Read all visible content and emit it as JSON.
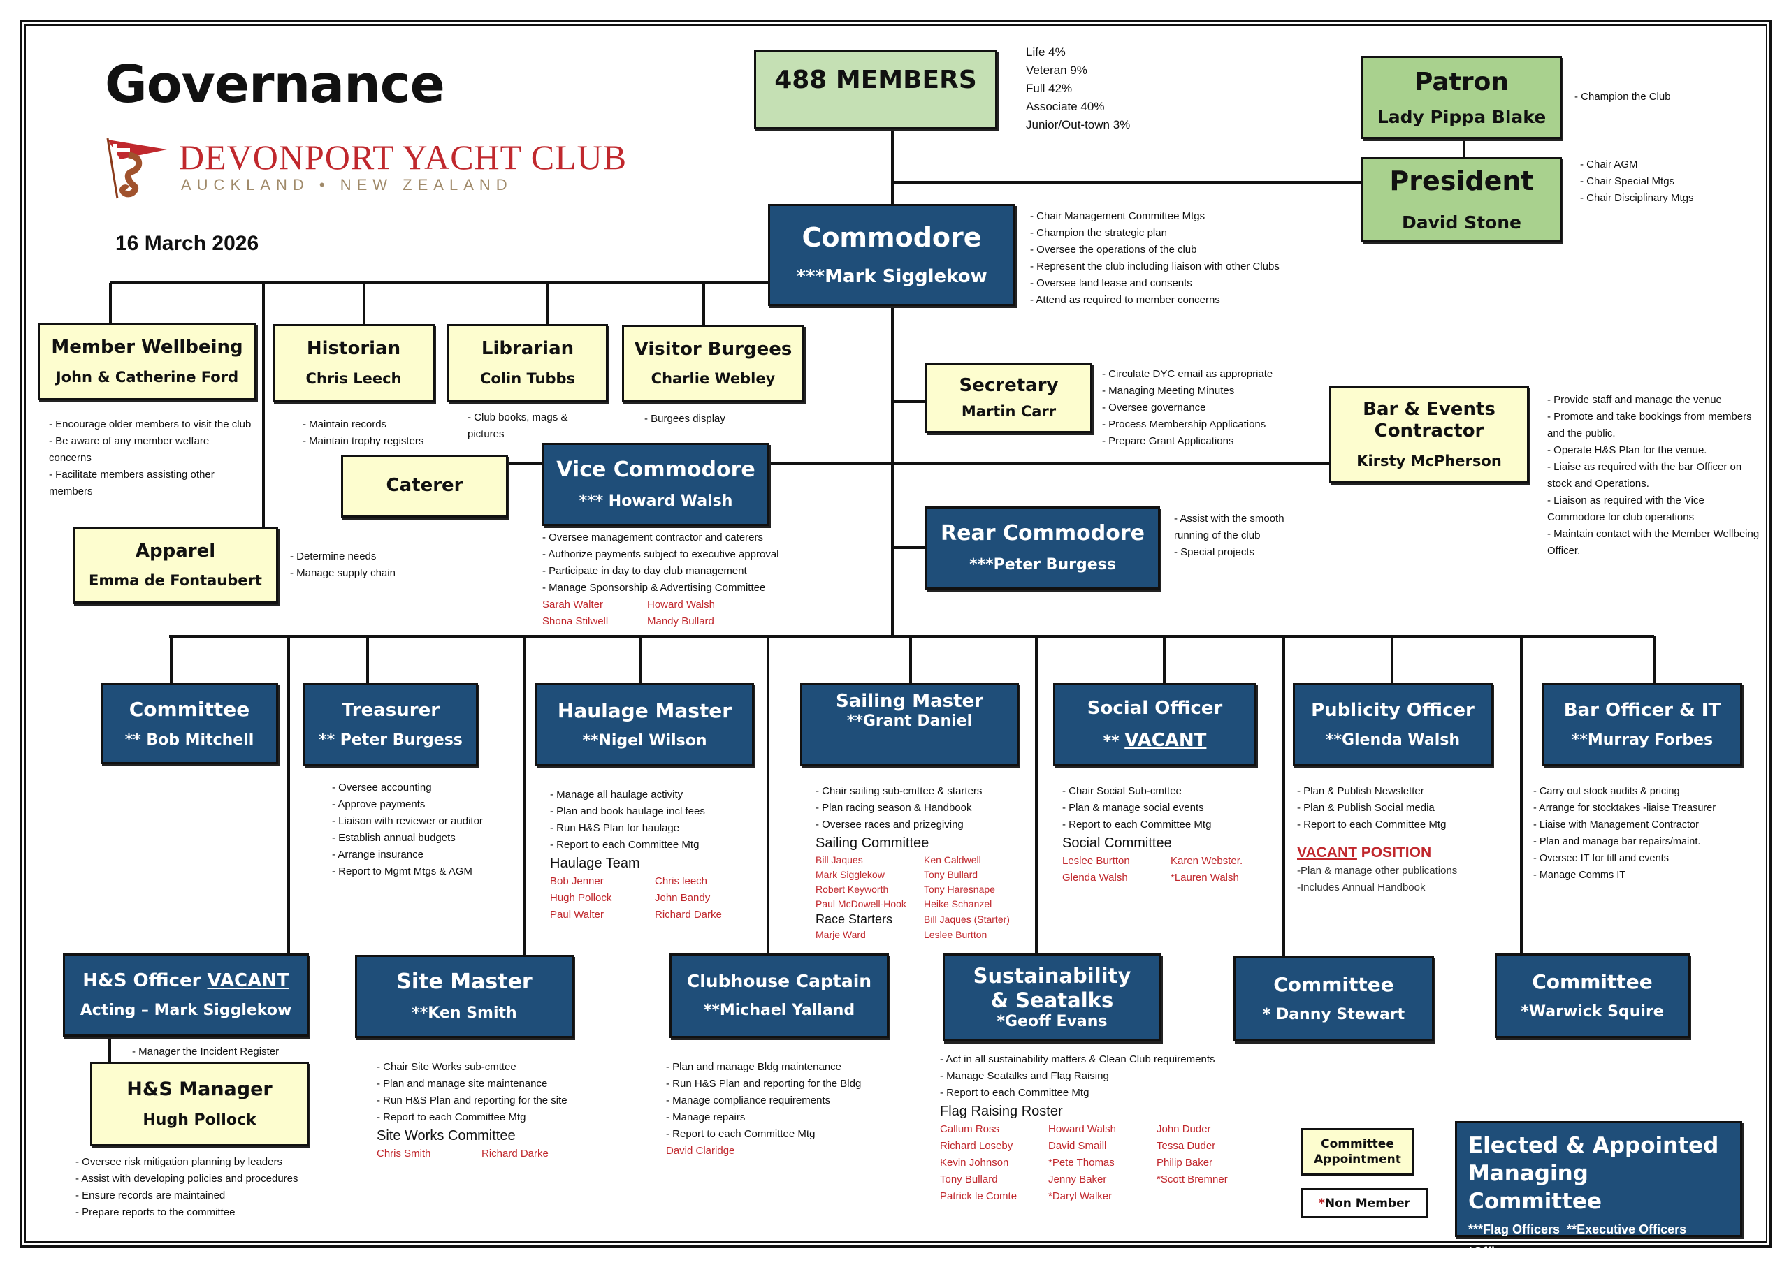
{
  "header": {
    "title": "Governance",
    "club_name": "DEVONPORT YACHT CLUB",
    "club_location": "AUCKLAND • NEW ZEALAND",
    "date": "16 March 2026"
  },
  "colors": {
    "flag_officer_box": "#1f4e79",
    "committee_appointment_box": "#fdfdcf",
    "members_box": "#c5e0b4",
    "patron_president_box": "#a9d18e",
    "non_member_names": "#c0282d"
  },
  "members": {
    "count_label": "488 MEMBERS",
    "breakdown": [
      "Life 4%",
      "Veteran 9%",
      "Full 42%",
      "Associate 40%",
      "Junior/Out-town 3%"
    ]
  },
  "roles": {
    "patron": {
      "title": "Patron",
      "name": "Lady Pippa Blake",
      "notes": [
        "- Champion the Club"
      ]
    },
    "president": {
      "title": "President",
      "name": "David Stone",
      "notes": [
        "- Chair AGM",
        "- Chair Special Mtgs",
        "- Chair Disciplinary Mtgs"
      ]
    },
    "commodore": {
      "title": "Commodore",
      "name": "***Mark Sigglekow",
      "notes": [
        "- Chair Management Committee Mtgs",
        "- Champion the strategic plan",
        "- Oversee the operations of the club",
        "- Represent the club including liaison with other Clubs",
        "- Oversee land lease and consents",
        "- Attend as required to member concerns"
      ]
    },
    "member_wellbeing": {
      "title": "Member Wellbeing",
      "name": "John & Catherine Ford",
      "notes": [
        "- Encourage older members to visit the club",
        "- Be aware of any member welfare concerns",
        "- Facilitate members assisting other members"
      ]
    },
    "historian": {
      "title": "Historian",
      "name": "Chris Leech",
      "notes": [
        "- Maintain records",
        "- Maintain trophy registers"
      ]
    },
    "librarian": {
      "title": "Librarian",
      "name": "Colin Tubbs",
      "notes": [
        "- Club books, mags & pictures"
      ]
    },
    "visitor_burgees": {
      "title": "Visitor Burgees",
      "name": "Charlie Webley",
      "notes": [
        "- Burgees display"
      ]
    },
    "caterer": {
      "title": "Caterer"
    },
    "apparel": {
      "title": "Apparel",
      "name": "Emma de Fontaubert",
      "notes": [
        "- Determine needs",
        "- Manage supply chain"
      ]
    },
    "vice_commodore": {
      "title": "Vice Commodore",
      "name": "*** Howard Walsh",
      "notes": [
        "- Oversee management contractor and caterers",
        "- Authorize payments subject to executive approval",
        "- Participate in day to day club management",
        "- Manage Sponsorship & Advertising Committee"
      ],
      "team": [
        "Sarah Walter",
        "Howard Walsh",
        "Shona Stilwell",
        "Mandy Bullard"
      ]
    },
    "secretary": {
      "title": "Secretary",
      "name": "Martin Carr",
      "notes": [
        "- Circulate DYC email as appropriate",
        "- Managing Meeting Minutes",
        "- Oversee governance",
        "- Process Membership Applications",
        "- Prepare Grant Applications"
      ]
    },
    "bar_events": {
      "title_line1": "Bar & Events",
      "title_line2": "Contractor",
      "name": "Kirsty McPherson",
      "notes": [
        "- Provide staff and manage the venue",
        "- Promote and take bookings from members and the public.",
        "- Operate H&S Plan for the venue.",
        "- Liaise as required with the bar Officer on stock and Operations.",
        "- Liaison as required with the Vice Commodore for club operations",
        "- Maintain contact with the Member Wellbeing Officer."
      ]
    },
    "rear_commodore": {
      "title": "Rear Commodore",
      "name": "***Peter Burgess",
      "notes": [
        "- Assist with the smooth running of the club",
        "- Special projects"
      ]
    },
    "committee_bob": {
      "title": "Committee",
      "name": "** Bob Mitchell"
    },
    "treasurer": {
      "title": "Treasurer",
      "name": "** Peter Burgess",
      "notes": [
        "- Oversee accounting",
        "- Approve payments",
        "- Liaison with reviewer or auditor",
        "- Establish annual budgets",
        "- Arrange insurance",
        "- Report to Mgmt Mtgs & AGM"
      ]
    },
    "haulage_master": {
      "title": "Haulage Master",
      "name": "**Nigel Wilson",
      "notes": [
        "- Manage all haulage activity",
        "- Plan and book haulage incl fees",
        "- Run H&S Plan for haulage",
        "- Report to each Committee Mtg"
      ],
      "team_heading": "Haulage Team",
      "team": [
        "Bob Jenner",
        "Chris leech",
        "Hugh Pollock",
        "John Bandy",
        "Paul Walter",
        "Richard Darke"
      ]
    },
    "sailing_master": {
      "title": "Sailing Master",
      "name": "**Grant Daniel",
      "notes": [
        "- Chair sailing sub-cmttee & starters",
        "- Plan racing season & Handbook",
        "- Oversee races and prizegiving"
      ],
      "team_heading": "Sailing Committee",
      "team": [
        "Bill Jaques",
        "Ken Caldwell",
        "Mark Sigglekow",
        "Tony Bullard",
        "Robert Keyworth",
        "Tony Haresnape",
        "Paul McDowell-Hook",
        "Heike Schanzel"
      ],
      "starters_heading": "Race Starters",
      "starters": [
        "Bill Jaques (Starter)",
        "Marje Ward",
        "Leslee Burtton"
      ]
    },
    "social_officer": {
      "title": "Social Officer",
      "name_prefix": "** ",
      "name": "VACANT",
      "notes": [
        "- Chair Social Sub-cmttee",
        "- Plan & manage social events",
        "- Report to each Committee Mtg"
      ],
      "team_heading": "Social Committee",
      "team": [
        "Leslee Burtton",
        "Karen Webster.",
        "Glenda Walsh",
        "*Lauren Walsh"
      ]
    },
    "publicity_officer": {
      "title": "Publicity Officer",
      "name": "**Glenda Walsh",
      "notes": [
        "- Plan & Publish Newsletter",
        "- Plan & Publish Social media",
        "- Report to each Committee Mtg"
      ],
      "vacant_word": "VACANT",
      "vacant_rest": " POSITION",
      "vacant_notes": [
        "-Plan & manage other publications",
        "-Includes Annual Handbook"
      ]
    },
    "bar_officer_it": {
      "title": "Bar Officer & IT",
      "name": "**Murray Forbes",
      "notes": [
        "- Carry out stock audits & pricing",
        "- Arrange for stocktakes -liaise Treasurer",
        "- Liaise with Management Contractor",
        "- Plan and manage bar repairs/maint.",
        "- Oversee IT for till and events",
        "- Manage Comms IT"
      ]
    },
    "hs_officer": {
      "title": "H&S Officer ",
      "title_vacant": "VACANT",
      "name": "Acting – Mark Sigglekow",
      "notes": [
        "- Manager the Incident Register"
      ]
    },
    "hs_manager": {
      "title": "H&S Manager",
      "name": "Hugh Pollock",
      "notes": [
        "- Oversee risk mitigation planning by leaders",
        "- Assist with developing policies and procedures",
        "- Ensure records are maintained",
        "- Prepare reports to the committee"
      ]
    },
    "site_master": {
      "title": "Site Master",
      "name": "**Ken Smith",
      "notes": [
        "- Chair Site Works  sub-cmttee",
        "- Plan and manage site maintenance",
        "- Run H&S Plan and reporting for the site",
        "- Report to each Committee Mtg"
      ],
      "team_heading": "Site Works Committee",
      "team": [
        "Chris Smith",
        "Richard Darke"
      ]
    },
    "clubhouse_captain": {
      "title": "Clubhouse Captain",
      "name": "**Michael Yalland",
      "notes": [
        "- Plan and manage Bldg maintenance",
        "- Run H&S Plan and reporting for the Bldg",
        "- Manage compliance requirements",
        "- Manage repairs",
        "- Report to each Committee Mtg"
      ],
      "team": [
        "David Claridge"
      ]
    },
    "sustainability": {
      "title_line1": "Sustainability",
      "title_line2": "& Seatalks",
      "name": "*Geoff Evans",
      "notes": [
        "- Act in all sustainability matters & Clean Club requirements",
        "- Manage Seatalks and Flag Raising",
        "- Report to each Committee Mtg"
      ],
      "team_heading": "Flag Raising Roster",
      "team": [
        "Callum Ross",
        "Howard Walsh",
        "John Duder",
        "Richard Loseby",
        "David Smaill",
        "Tessa Duder",
        "Kevin Johnson",
        "*Pete Thomas",
        "Philip Baker",
        "Tony Bullard",
        "Jenny Baker",
        "*Scott Bremner",
        "Patrick le Comte",
        "*Daryl Walker",
        ""
      ]
    },
    "committee_danny": {
      "title": "Committee",
      "name": "* Danny Stewart"
    },
    "committee_warwick": {
      "title": "Committee",
      "name": "*Warwick Squire"
    }
  },
  "legend": {
    "committee_appointment": "Committee Appointment",
    "non_member_star": "*",
    "non_member": "Non Member",
    "managing_title_line1": "Elected & Appointed",
    "managing_title_line2": "Managing Committee",
    "flag_officers": "***Flag Officers",
    "executive_officers": "**Executive Officers",
    "officers": "*Officers"
  }
}
